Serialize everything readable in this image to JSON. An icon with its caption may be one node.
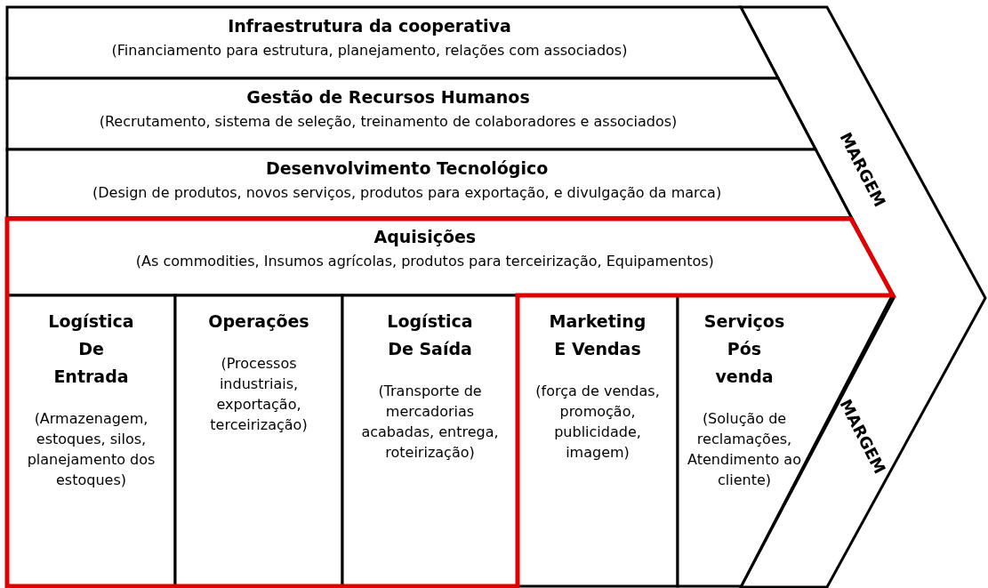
{
  "diagram": {
    "nodes": [
      {
        "text": [
          "Infraestrutura da cooperativa",
          "(Financiamento para estrutura, planejamento, relações com associados)"
        ]
      },
      {
        "text": [
          "Gestão de Recursos Humanos",
          "(Recrutamento, sistema de seleção, treinamento de colaboradores e associados)"
        ]
      },
      {
        "text": [
          "Desenvolvimento Tecnológico",
          "(Design de produtos, novos serviços, produtos para exportação, e divulgação da marca)"
        ]
      },
      {
        "text": [
          "Aquisições",
          "(As commodities, Insumos agrícolas, produtos para terceirização, Equipamentos)"
        ]
      },
      {
        "text": [
          "Logística De Entrada",
          "(Armazenagem, estoques, silos, planejamento dos estoques)"
        ]
      },
      {
        "text": [
          "Operações",
          "(Processos industriais, exportação, terceirização)"
        ]
      },
      {
        "text": [
          "Logística De Saída",
          "(Transporte de mercadorias acabadas, entrega, roteirização)"
        ]
      },
      {
        "text": [
          "Marketing E Vendas",
          "(força de vendas, promoção, publicidade, imagem)"
        ]
      },
      {
        "text": [
          "Serviços Pós venda",
          "(Solução de reclamações, Atendimento ao cliente)"
        ]
      }
    ],
    "edges": [],
    "labels": [
      "MARGEM",
      "MARGEM"
    ]
  }
}
